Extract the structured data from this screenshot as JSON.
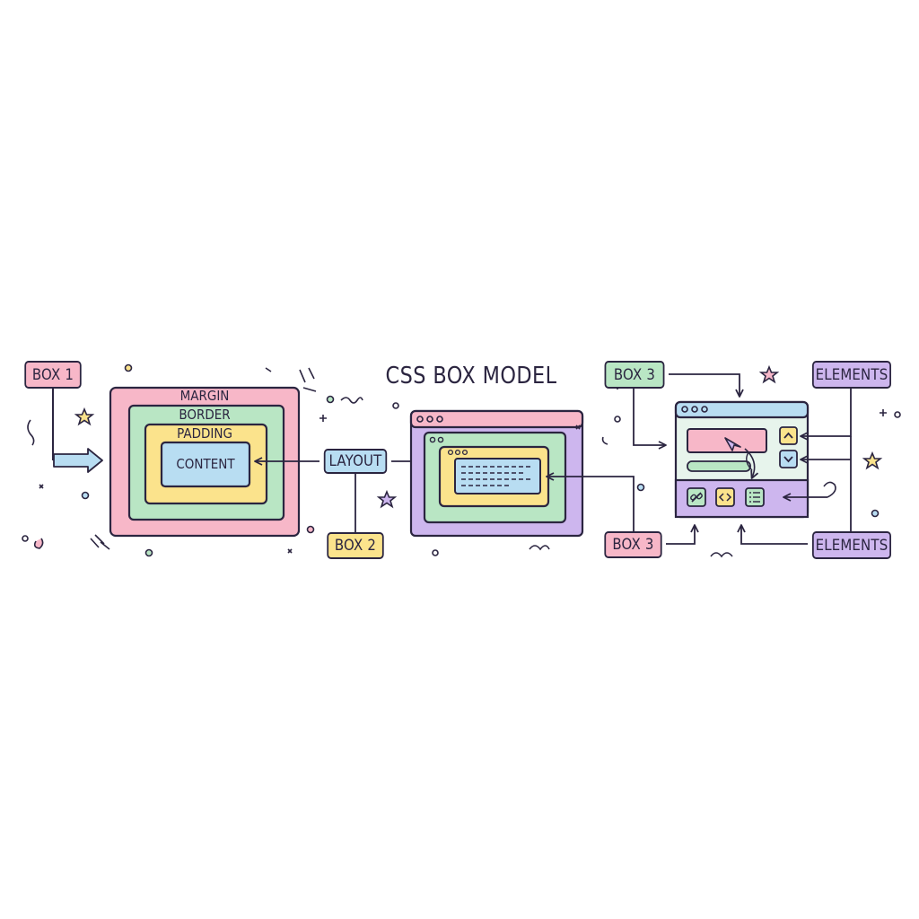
{
  "diagram": {
    "title": "CSS BOX MODEL",
    "box_model": {
      "margin": "MARGIN",
      "border": "BORDER",
      "padding": "PADDING",
      "content": "CONTENT"
    },
    "labels": {
      "box1": "BOX 1",
      "box2": "BOX 2",
      "box3_top": "BOX 3",
      "box3_bottom": "BOX 3",
      "layout": "LAYOUT",
      "elements_top": "ELEMENTS",
      "elements_bottom": "ELEMENTS"
    },
    "colors": {
      "pink": "#f7b7c8",
      "green": "#b9e6c4",
      "yellow": "#fbe38c",
      "blue": "#b8ddf2",
      "purple": "#cdb6ee",
      "ink": "#2b2540"
    }
  }
}
